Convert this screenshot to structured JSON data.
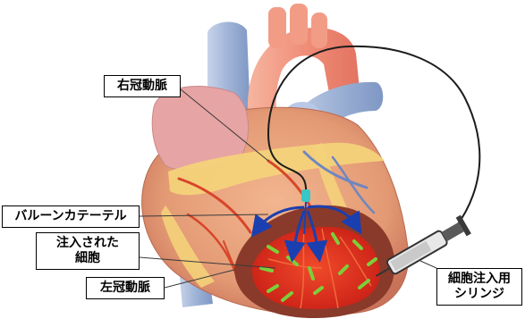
{
  "labels": {
    "right_coronary_artery": "右冠動脈",
    "balloon_catheter": "バルーンカテーテル",
    "injected_cells_line1": "注入された",
    "injected_cells_line2": "細胞",
    "left_coronary_artery": "左冠動脈",
    "syringe_line1": "細胞注入用",
    "syringe_line2": "シリンジ"
  },
  "colors": {
    "heart_muscle": "#e3a07a",
    "fat": "#f4d27a",
    "infarct": "#d12a1e",
    "infarct_border": "#8a3a2a",
    "vessel_blue": "#9eb3d6",
    "coronary": "#e0502a",
    "cells": "#7ccf3a",
    "arrows": "#1a3fb0",
    "catheter_tip": "#38c6c6"
  }
}
